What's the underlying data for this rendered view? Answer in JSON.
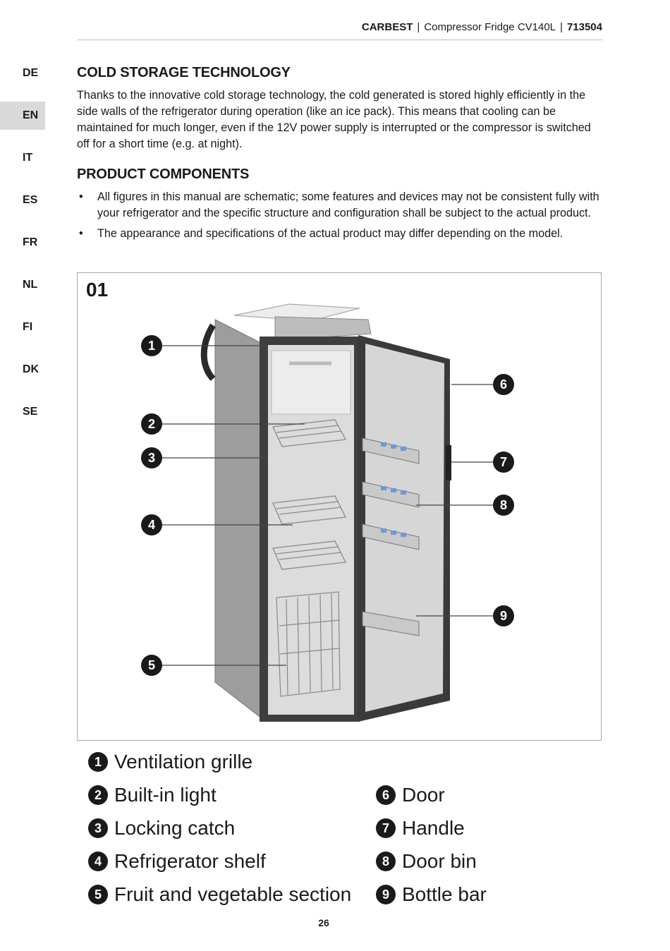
{
  "header": {
    "brand": "CARBEST",
    "product": "Compressor Fridge CV140L",
    "code": "713504",
    "separator": "|"
  },
  "languages": [
    "DE",
    "EN",
    "IT",
    "ES",
    "FR",
    "NL",
    "FI",
    "DK",
    "SE"
  ],
  "active_language": "EN",
  "sections": {
    "cold_storage": {
      "title": "COLD STORAGE TECHNOLOGY",
      "text": "Thanks to the innovative cold storage technology, the cold generated is stored highly efficiently in the side walls of the refrigerator during operation (like an ice pack). This means that cooling can be maintained for much longer, even if the 12V power supply is interrupted or the compressor is switched off for a short time (e.g. at night)."
    },
    "components": {
      "title": "PRODUCT COMPONENTS",
      "bullet_symbol": "•",
      "bullets": [
        "All figures in this manual are schematic; some features and devices may not be consistent fully with your refrigerator and the specific structure and configuration shall be subject to the actual product.",
        "The appearance and specifications of the actual product may differ depending on the model."
      ]
    }
  },
  "figure": {
    "number": "01",
    "callouts": [
      "1",
      "2",
      "3",
      "4",
      "5",
      "6",
      "7",
      "8",
      "9"
    ]
  },
  "legend": [
    {
      "num": "1",
      "label": "Ventilation grille"
    },
    {
      "num": "2",
      "label": "Built-in light"
    },
    {
      "num": "3",
      "label": "Locking catch"
    },
    {
      "num": "4",
      "label": "Refrigerator shelf"
    },
    {
      "num": "5",
      "label": "Fruit and vegetable section"
    },
    {
      "num": "6",
      "label": "Door"
    },
    {
      "num": "7",
      "label": "Handle"
    },
    {
      "num": "8",
      "label": "Door bin"
    },
    {
      "num": "9",
      "label": "Bottle bar"
    }
  ],
  "page_number": "26"
}
